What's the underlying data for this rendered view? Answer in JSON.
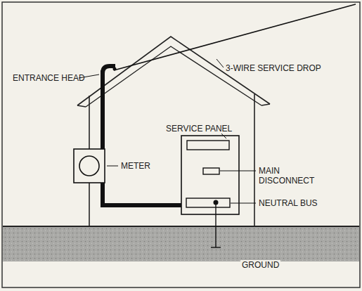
{
  "diagram": {
    "labels": [
      "3-WIRE SERVICE DROP",
      "ENTRANCE HEAD",
      "METER",
      "SERVICE PANEL",
      "MAIN DISCONNECT",
      "NEUTRAL BUS",
      "GROUND"
    ]
  }
}
